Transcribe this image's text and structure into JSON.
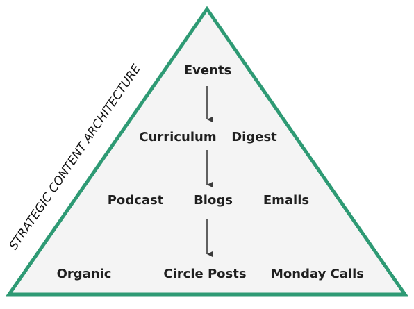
{
  "diagram": {
    "side_label": "STRATEGIC CONTENT ARCHITECTURE",
    "nodes": {
      "events": "Events",
      "curriculum": "Curriculum",
      "digest": "Digest",
      "podcast": "Podcast",
      "blogs": "Blogs",
      "emails": "Emails",
      "organic": "Organic",
      "circle_posts": "Circle Posts",
      "monday_calls": "Monday Calls"
    },
    "colors": {
      "triangle_stroke": "#2e9a74",
      "triangle_fill": "#f4f4f4",
      "arrow": "#3a3a3a",
      "text": "#1f1f1f"
    }
  }
}
